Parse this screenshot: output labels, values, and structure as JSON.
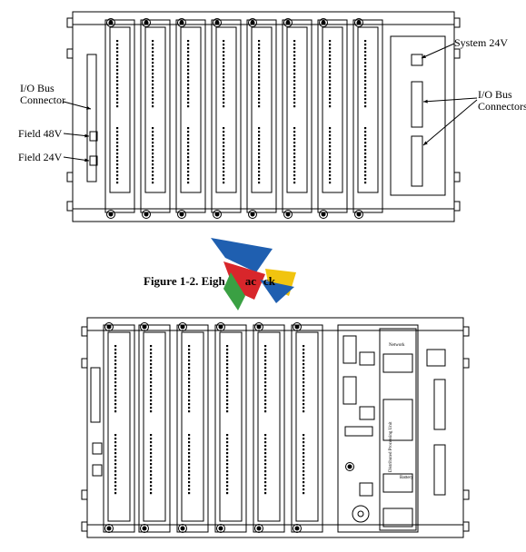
{
  "figure": {
    "caption_visible": "Figure 1-2. Eigh",
    "caption_tail": "ac",
    "caption_end": "ck",
    "labels": {
      "io_bus_connector_left_line1": "I/O Bus",
      "io_bus_connector_left_line2": "Connector",
      "field_48v": "Field 48V",
      "field_24v": "Field 24V",
      "system_24v": "System 24V",
      "io_bus_connectors_right_line1": "I/O Bus",
      "io_bus_connectors_right_line2": "Connectors"
    },
    "cpu_panel": {
      "network": "Network",
      "title": "Distributed Processing Unit",
      "battery": "Battery"
    }
  },
  "colors": {
    "line": "#000000",
    "logo_blue": "#1f5fb0",
    "logo_red": "#d8262b",
    "logo_green": "#3aa043",
    "logo_yellow": "#f1c40f"
  }
}
